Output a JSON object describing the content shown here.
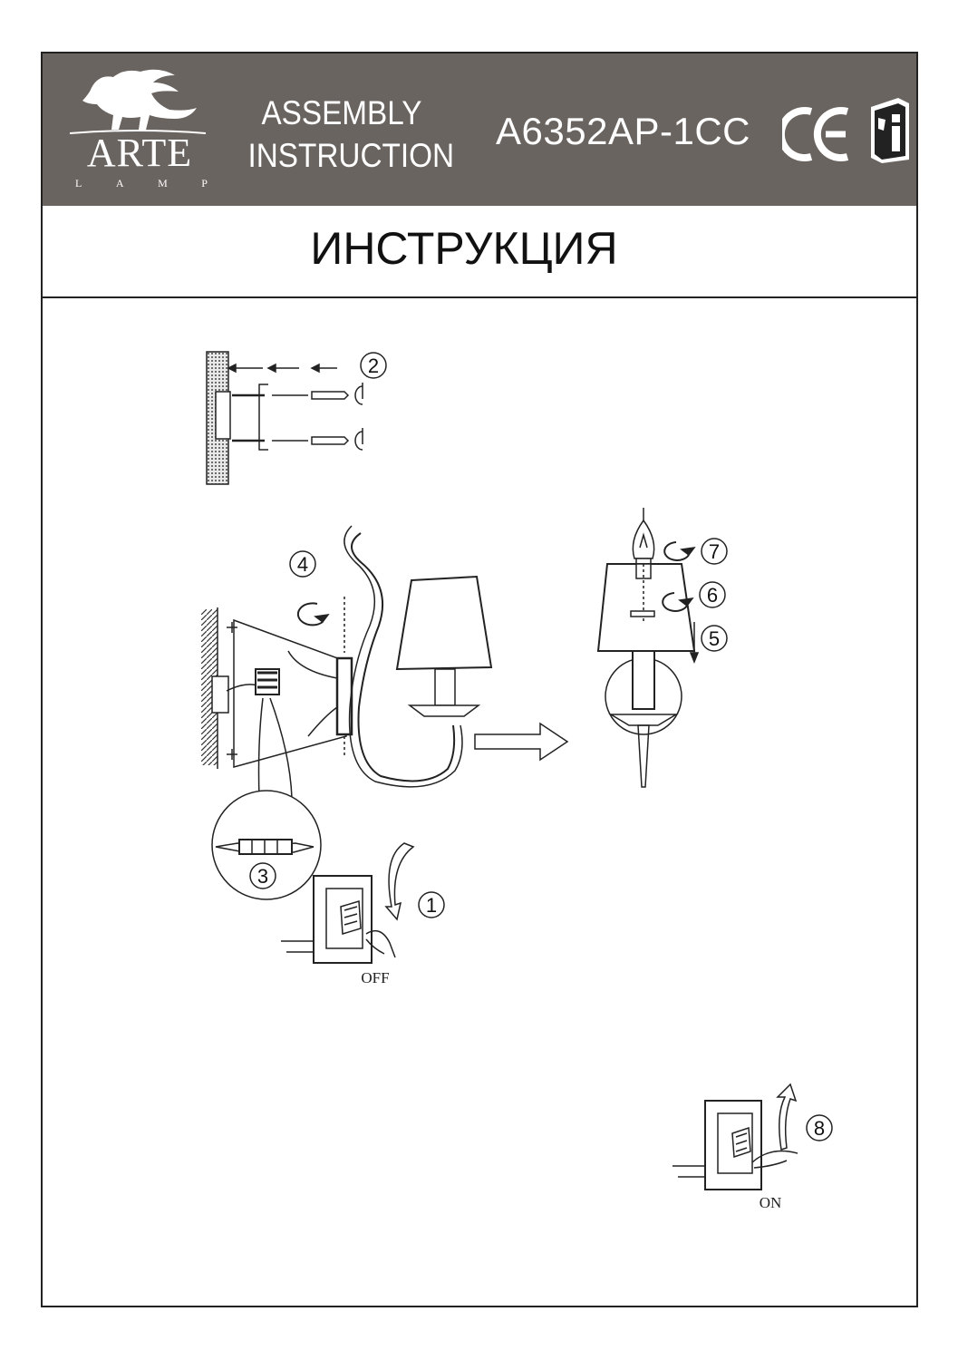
{
  "header": {
    "brand": "ARTE",
    "brand_sub": [
      "L",
      "A",
      "M",
      "P"
    ],
    "doc_type_line1": "ASSEMBLY",
    "doc_type_line2": "INSTRUCTION",
    "model": "A6352AP-1CC",
    "cert_mark": "CE"
  },
  "title": "ИНСТРУКЦИЯ",
  "steps": {
    "s1": "1",
    "s2": "2",
    "s3": "3",
    "s4": "4",
    "s5": "5",
    "s6": "6",
    "s7": "7",
    "s8": "8"
  },
  "switch_labels": {
    "off": "OFF",
    "on": "ON"
  },
  "colors": {
    "header_bg": "#6a6460",
    "header_text": "#ffffff",
    "line": "#222222"
  },
  "icons": [
    "griffin-logo",
    "ce-mark-icon",
    "manual-info-icon"
  ]
}
